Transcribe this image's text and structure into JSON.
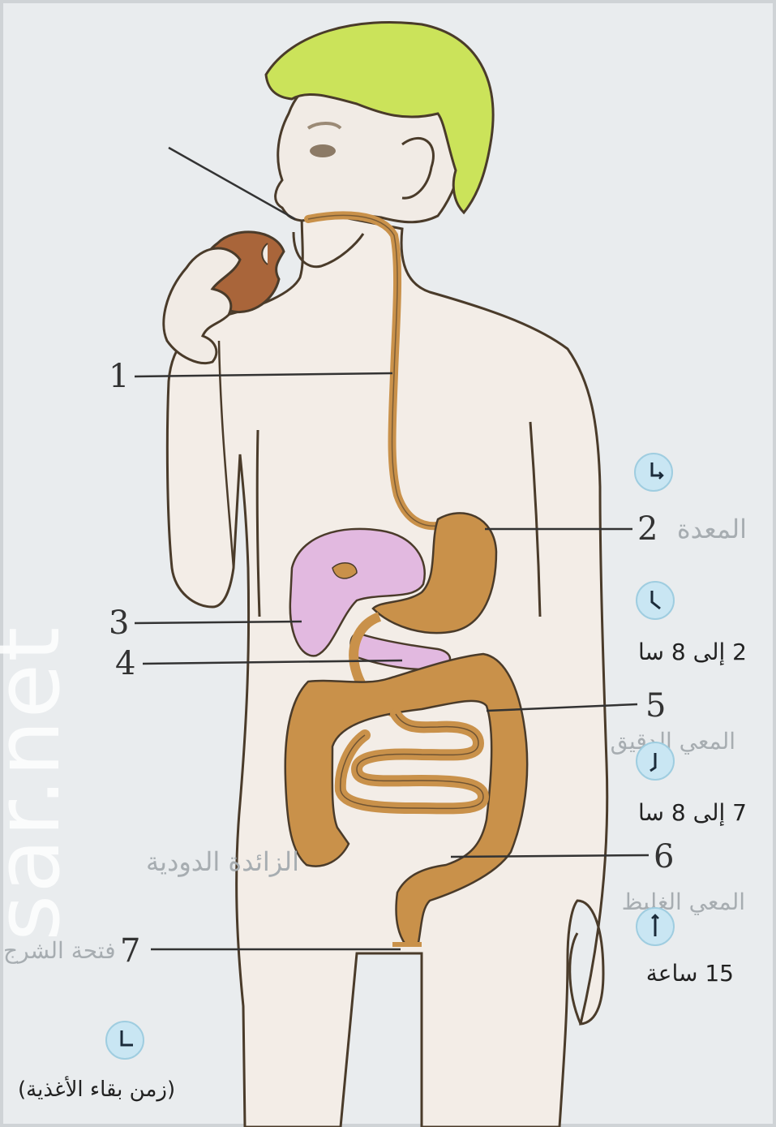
{
  "labels": [
    {
      "id": "1",
      "text": "1"
    },
    {
      "id": "2",
      "text": "2"
    },
    {
      "id": "3",
      "text": "3"
    },
    {
      "id": "4",
      "text": "4"
    },
    {
      "id": "5",
      "text": "5"
    },
    {
      "id": "6",
      "text": "6"
    },
    {
      "id": "7",
      "text": "7"
    }
  ],
  "durations": {
    "stomach": "2 إلى 8 سا",
    "small_intestine": "7 إلى 8 سا",
    "large_intestine": "15 ساعة"
  },
  "legend": "(زمن بقاء الأغذية)",
  "handwritten": {
    "stomach": "المعدة",
    "appendix": "الزائدة الدودية",
    "small_intestine": "المعي الدقيق",
    "large_intestine": "المعي الغليظ",
    "anus": "فتحة الشرج"
  },
  "watermark": "sar.net",
  "colors": {
    "hair": "#cbe35a",
    "organ": "#c9914a",
    "liver": "#e2b9e0",
    "skin": "#f2ece6",
    "fruit": "#a9653a",
    "clock": "#c9e6f3"
  },
  "icons": [
    "clock-icon"
  ]
}
